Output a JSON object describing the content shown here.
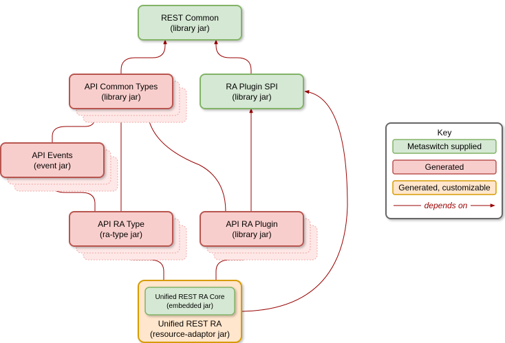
{
  "colors": {
    "green_fill": "#d5e8d4",
    "green_stroke": "#82b366",
    "red_fill": "#f8cecc",
    "red_stroke": "#b85450",
    "orange_fill": "#ffe6cc",
    "orange_stroke": "#d79b00",
    "arrow": "#990000"
  },
  "nodes": {
    "rest_common": {
      "title": "REST Common",
      "subtitle": "(library jar)"
    },
    "api_common_types": {
      "title": "API Common Types",
      "subtitle": "(library jar)"
    },
    "ra_plugin_spi": {
      "title": "RA Plugin SPI",
      "subtitle": "(library jar)"
    },
    "api_events": {
      "title": "API Events",
      "subtitle": "(event jar)"
    },
    "api_ra_type": {
      "title": "API RA Type",
      "subtitle": "(ra-type jar)"
    },
    "api_ra_plugin": {
      "title": "API RA Plugin",
      "subtitle": "(library jar)"
    },
    "unified_core": {
      "title": "Unified REST RA Core",
      "subtitle": "(embedded jar)"
    },
    "unified_ra": {
      "title": "Unified REST RA",
      "subtitle": "(resource-adaptor jar)"
    }
  },
  "key": {
    "title": "Key",
    "metaswitch": "Metaswitch supplied",
    "generated": "Generated",
    "generated_custom": "Generated, customizable",
    "depends_on": "depends on"
  }
}
